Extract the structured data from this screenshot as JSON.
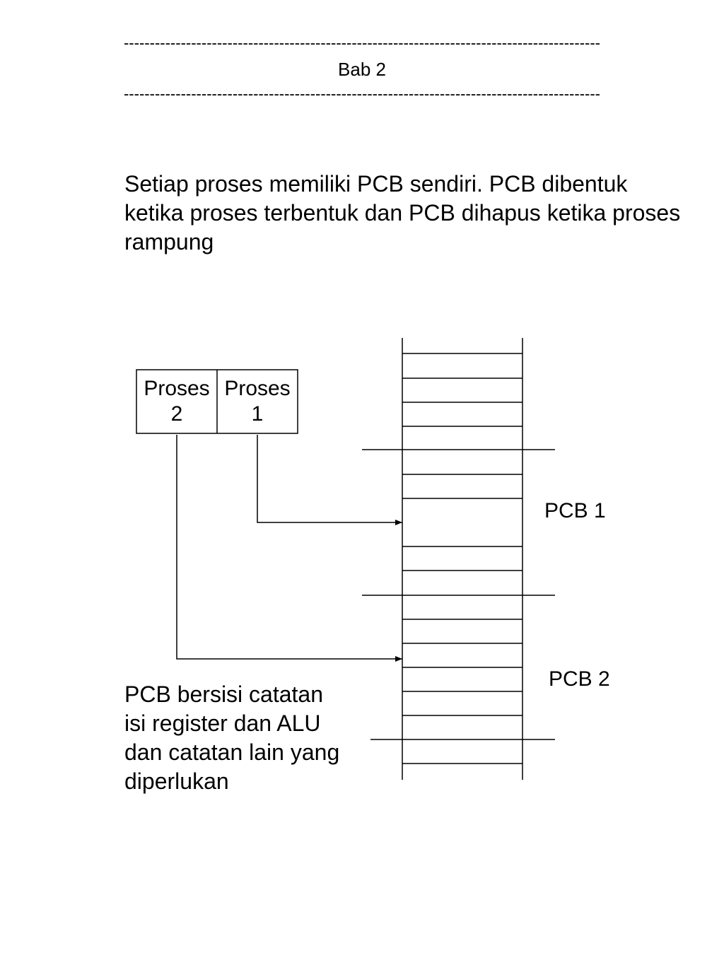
{
  "header": {
    "dashes": "--------------------------------------------------------------------------------------------",
    "chapter": "Bab 2"
  },
  "intro": "Setiap proses memiliki PCB sendiri. PCB dibentuk ketika proses terbentuk dan PCB dihapus ketika proses rampung",
  "diagram": {
    "processes": [
      {
        "line1": "Proses",
        "line2": "2"
      },
      {
        "line1": "Proses",
        "line2": "1"
      }
    ],
    "pcb_labels": [
      "PCB 1",
      "PCB 2"
    ]
  },
  "note": [
    "PCB bersisi catatan",
    "isi register dan ALU",
    "dan catatan lain yang",
    "diperlukan"
  ]
}
